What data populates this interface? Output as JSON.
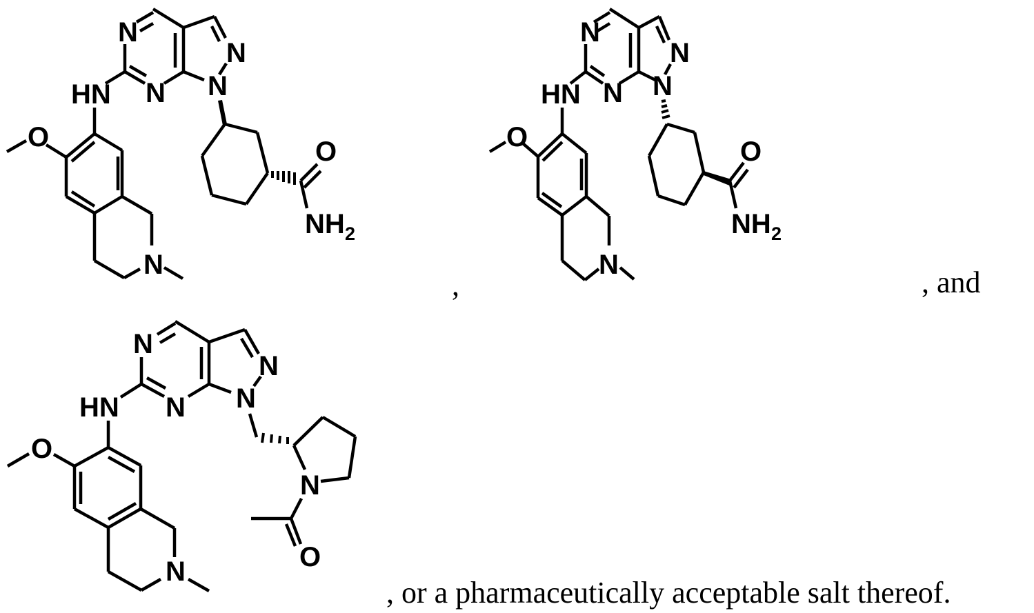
{
  "document": {
    "type": "chemical-structure-claim",
    "separators": {
      "after_compound_1": ",",
      "after_compound_2": ", and",
      "after_compound_3": ", or a pharmaceutically acceptable salt thereof."
    },
    "compounds": [
      {
        "id": "compound-1",
        "core": "1H-pyrazolo[3,4-d]pyrimidin-6-amine",
        "aryl_amine": "6-methoxy-2-methyl-1,2,3,4-tetrahydroisoquinolin-7-yl",
        "n1_substituent": "cyclohexane-1-carboxamide (3-position)",
        "stereo": {
          "n_bond": "wedge",
          "carboxamide_bond": "hash"
        },
        "labels": {
          "n_pyrimidine_top": "N",
          "n_pyrimidine_bottom": "N",
          "n_pyrazole_2": "N",
          "n_pyrazole_1": "N",
          "nh": "HN",
          "o_methoxy": "O",
          "n_methyl": "N",
          "o_carbonyl": "O",
          "nh2": "NH",
          "nh2_sub": "2"
        }
      },
      {
        "id": "compound-2",
        "core": "1H-pyrazolo[3,4-d]pyrimidin-6-amine",
        "aryl_amine": "6-methoxy-2-methyl-1,2,3,4-tetrahydroisoquinolin-7-yl",
        "n1_substituent": "cyclohexane-1-carboxamide (3-position)",
        "stereo": {
          "n_bond": "hash",
          "carboxamide_bond": "wedge"
        },
        "labels": {
          "n_pyrimidine_top": "N",
          "n_pyrimidine_bottom": "N",
          "n_pyrazole_2": "N",
          "n_pyrazole_1": "N",
          "nh": "HN",
          "o_methoxy": "O",
          "n_methyl": "N",
          "o_carbonyl": "O",
          "nh2": "NH",
          "nh2_sub": "2"
        }
      },
      {
        "id": "compound-3",
        "core": "1H-pyrazolo[3,4-d]pyrimidin-6-amine",
        "aryl_amine": "6-methoxy-2-methyl-1,2,3,4-tetrahydroisoquinolin-7-yl",
        "n1_substituent": "(1-acetylpyrrolidin-2-yl)methyl",
        "stereo": {
          "ch2_bond": "hash"
        },
        "labels": {
          "n_pyrimidine_top": "N",
          "n_pyrimidine_bottom": "N",
          "n_pyrazole_2": "N",
          "n_pyrazole_1": "N",
          "nh": "HN",
          "o_methoxy": "O",
          "n_methyl": "N",
          "n_pyrrolidine": "N",
          "o_carbonyl": "O"
        }
      }
    ]
  }
}
